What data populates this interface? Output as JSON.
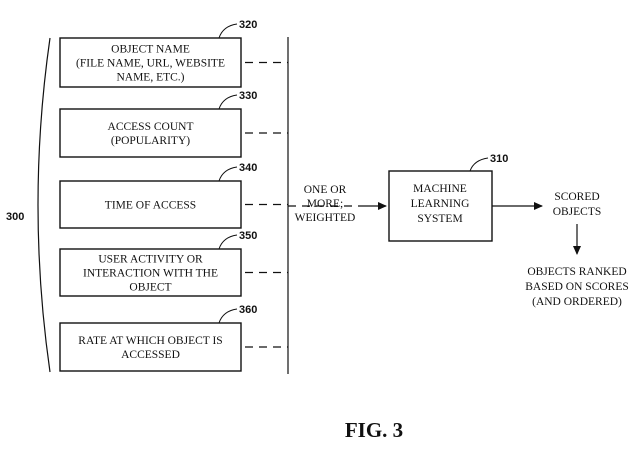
{
  "boxes": [
    {
      "ref": "320",
      "lines": [
        "OBJECT NAME",
        "(FILE NAME, URL, WEBSITE",
        "NAME, ETC.)"
      ]
    },
    {
      "ref": "330",
      "lines": [
        "ACCESS COUNT",
        "(POPULARITY)"
      ]
    },
    {
      "ref": "340",
      "lines": [
        "TIME OF ACCESS"
      ]
    },
    {
      "ref": "350",
      "lines": [
        "USER ACTIVITY OR",
        "INTERACTION WITH THE",
        "OBJECT"
      ]
    },
    {
      "ref": "360",
      "lines": [
        "RATE AT WHICH OBJECT IS",
        "ACCESSED"
      ]
    }
  ],
  "group_ref": "300",
  "connector_label": [
    "ONE OR",
    "MORE;",
    "WEIGHTED"
  ],
  "ml_system": {
    "ref": "310",
    "lines": [
      "MACHINE",
      "LEARNING",
      "SYSTEM"
    ]
  },
  "output": [
    "SCORED",
    "OBJECTS"
  ],
  "ranked": [
    "OBJECTS RANKED",
    "BASED ON SCORES",
    "(AND ORDERED)"
  ],
  "figure_label": "FIG. 3"
}
